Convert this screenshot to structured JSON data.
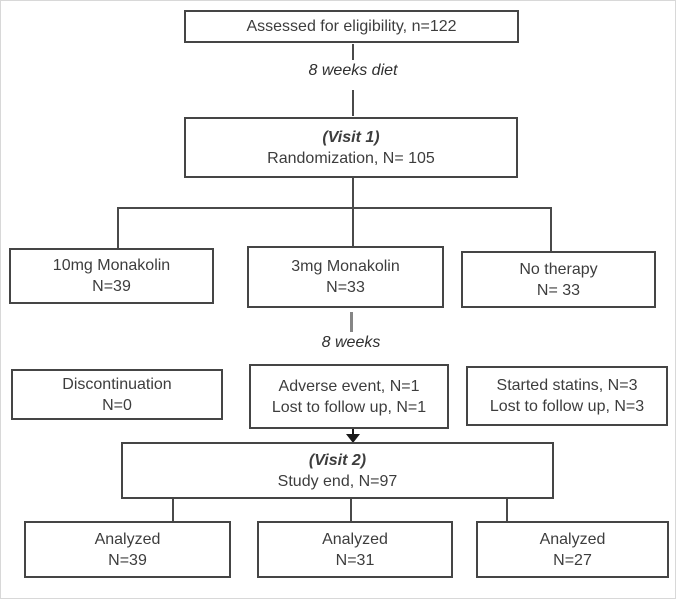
{
  "flowchart": {
    "boxes": {
      "assessed": {
        "line1": "Assessed for eligibility, n=122"
      },
      "visit1": {
        "emphasis": "(Visit 1)",
        "line": "Randomization, N= 105"
      },
      "arm_10mg": {
        "line1": "10mg Monakolin",
        "line2": "N=39"
      },
      "arm_3mg": {
        "line1": "3mg Monakolin",
        "line2": "N=33"
      },
      "arm_none": {
        "line1": "No therapy",
        "line2": "N= 33"
      },
      "discontinuation": {
        "line1": "Discontinuation",
        "line2": "N=0"
      },
      "adverse": {
        "line1": "Adverse event, N=1",
        "line2": "Lost to follow up, N=1"
      },
      "statins": {
        "line1": "Started statins, N=3",
        "line2": "Lost to follow up, N=3"
      },
      "visit2": {
        "emphasis": "(Visit 2)",
        "line": "Study end, N=97"
      },
      "analyzed_left": {
        "line1": "Analyzed",
        "line2": "N=39"
      },
      "analyzed_middle": {
        "line1": "Analyzed",
        "line2": "N=31"
      },
      "analyzed_right": {
        "line1": "Analyzed",
        "line2": "N=27"
      }
    },
    "connector_labels": {
      "diet": "8 weeks diet",
      "weeks": "8 weeks"
    },
    "colors": {
      "box_border": "#454545",
      "text": "#3d3d3d",
      "line": "#4a4a4a",
      "gray_tick": "#868686",
      "arrow": "#1a1a1a",
      "background": "#ffffff"
    }
  }
}
